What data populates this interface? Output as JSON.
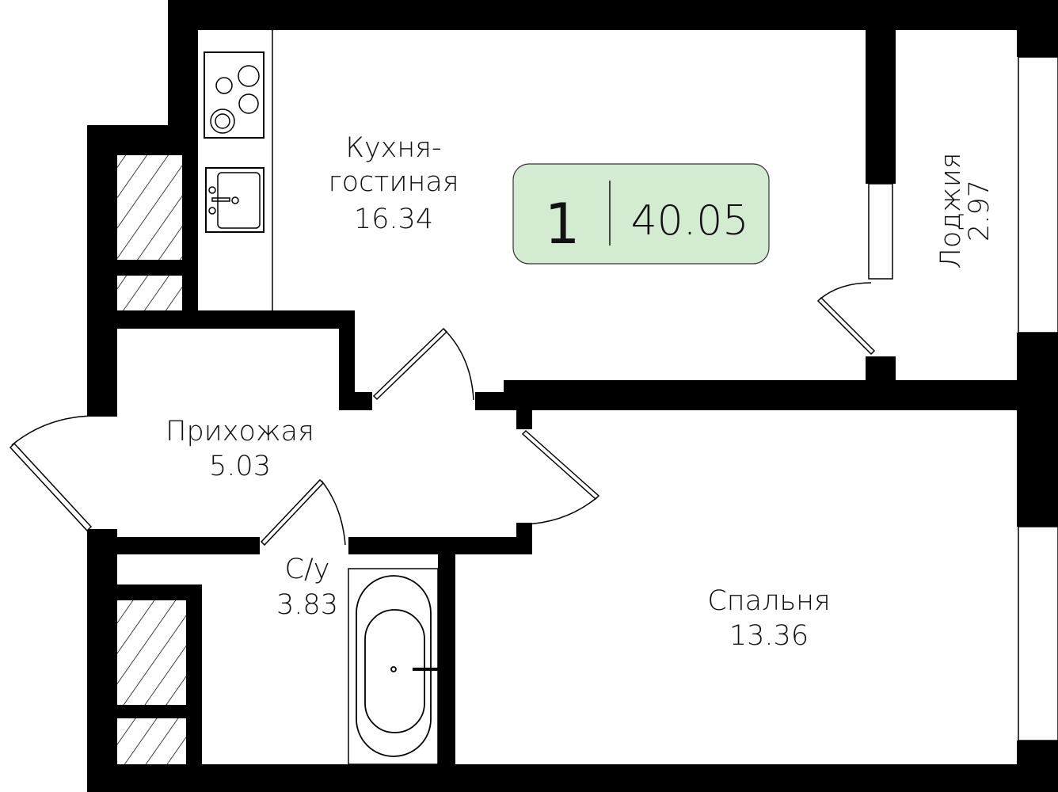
{
  "plan": {
    "rooms": {
      "kitchen": {
        "name_line1": "Кухня-",
        "name_line2": "гостиная",
        "area": "16.34"
      },
      "hall": {
        "name": "Прихожая",
        "area": "5.03"
      },
      "bathroom": {
        "name": "С/у",
        "area": "3.83"
      },
      "bedroom": {
        "name": "Спальня",
        "area": "13.36"
      },
      "loggia": {
        "name": "Лоджия",
        "area": "2.97"
      }
    },
    "summary": {
      "rooms_count": "1",
      "total_area": "40.05"
    }
  },
  "colors": {
    "badge_fill": "#d3ebd0",
    "wall": "#000000"
  }
}
